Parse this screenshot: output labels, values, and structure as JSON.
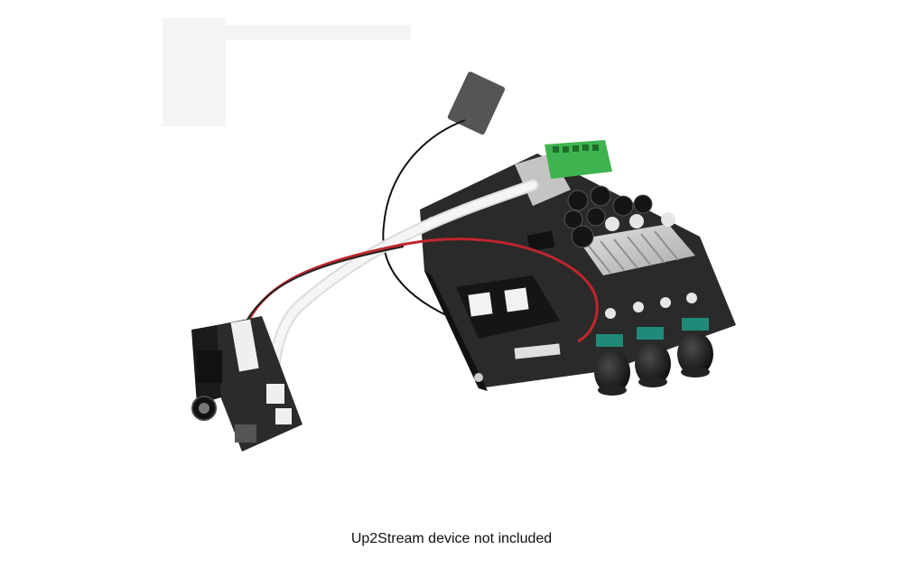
{
  "caption": "Up2Stream device not included",
  "colors": {
    "background": "#ffffff",
    "pcb": "#2a2a2a",
    "terminal_block": "#3fb34f",
    "heatsink": "#c9c9c9",
    "knob_base": "#1f8a78",
    "ribbon_cable": "#eeeeee",
    "red_wire": "#c0262c"
  },
  "icons": [
    "amplifier-board-photo",
    "audio-jack-breakout-photo",
    "antenna-photo"
  ]
}
